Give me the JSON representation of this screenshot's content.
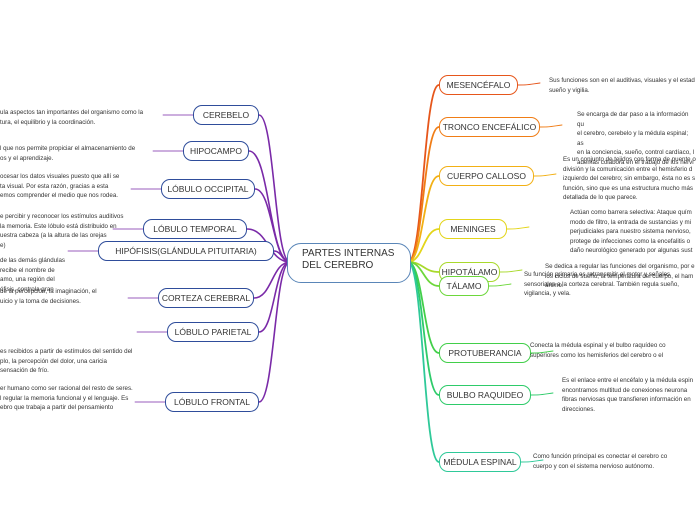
{
  "center": {
    "title_line1": "PARTES INTERNAS",
    "title_line2": "DEL CEREBRO"
  },
  "left": [
    {
      "label": "CEREBELO",
      "desc": [
        "ula aspectos tan importantes del organismo como la",
        "tura, el equilibrio y la coordinación."
      ]
    },
    {
      "label": "HIPOCAMPO",
      "desc": [
        "l que nos permite propiciar el almacenamiento de",
        "os y el aprendizaje."
      ]
    },
    {
      "label": "LÓBULO OCCIPITAL",
      "desc": [
        "ocesar los datos visuales puesto que allí se",
        "ta visual. Por esta razón, gracias a esta",
        "emos comprender el medio que nos rodea."
      ]
    },
    {
      "label": "LÓBULO TEMPORAL",
      "desc": [
        "e percibir y reconocer los estímulos auditivos",
        "la memoria. Este lóbulo está distribuido en",
        "uestra cabeza (a la altura de las orejas",
        "e)"
      ]
    },
    {
      "label": "HIPÓFISIS(GLÁNDULA PITUITARIA)",
      "desc": [
        "de las demás glándulas",
        "recibe el nombre de",
        "amo, una región del",
        "ófisis, controla gran"
      ]
    },
    {
      "label": "CORTEZA CEREBRAL",
      "desc": [
        "de la percepción, la imaginación, el",
        "uicio y la toma de decisiones."
      ]
    },
    {
      "label": "LÓBULO PARIETAL",
      "desc": [
        "es recibidos a partir de estímulos del sentido del",
        "plo, la percepción del dolor, una caricia",
        "sensación de frío."
      ]
    },
    {
      "label": "LÓBULO FRONTAL",
      "desc": [
        "er humano como ser racional del resto de seres.",
        "l regular la memoria funcional y el lenguaje. Es",
        "ebro que trabaja a partir del pensamiento"
      ]
    }
  ],
  "right": [
    {
      "label": "MESENCÉFALO",
      "desc": [
        "Sus funciones son en el auditivas, visuales y el estad",
        "sueño y vigilia."
      ]
    },
    {
      "label": "TRONCO ENCEFÁLICO",
      "desc": [
        "Se encarga de dar paso a la información qu",
        "el cerebro, cerebelo y la médula espinal; as",
        "en la conciencia, sueño, control cardíaco, l",
        "además colabora en el trabajo de los nervi"
      ]
    },
    {
      "label": "CUERPO CALLOSO",
      "desc": [
        "Es un conjunto de tejidos con forma de puente o",
        "división y la comunicación entre el hemisferio d",
        "izquierdo del cerebro; sin embargo, ésta no es s",
        "función, sino que es una estructura mucho más",
        "detallada de lo que parece."
      ]
    },
    {
      "label": "MENINGES",
      "desc": [
        "Actúan como barrera selectiva: Ataque quím",
        "modo de filtro, la entrada de sustancias y mi",
        "perjudiciales para nuestro sistema nervioso,",
        "protege de infecciones como la encefalitis o",
        "daño neurológico generado por algunas sust"
      ]
    },
    {
      "label": "HIPOTÁLAMO",
      "desc": [
        "Se dedica a regular las funciones del organismo, por e",
        "los ciclos de sueño, la temperatura del cuerpo, el ham",
        "ánimo."
      ]
    },
    {
      "label": "TÁLAMO",
      "desc": [
        "Su función primaria es retransmitir el motor y señales",
        "sensoriales a la corteza cerebral. También regula sueño,",
        "vigilancia, y vela."
      ]
    },
    {
      "label": "PROTUBERANCIA",
      "desc": [
        "Conecta la médula espinal y el bulbo raquídeo co",
        "superiores como los hemisferios del cerebro o el"
      ]
    },
    {
      "label": "BULBO RAQUIDEO",
      "desc": [
        "Es el enlace entre el encéfalo y la médula espin",
        "encontramos multitud de conexiones neurona",
        "fibras nerviosas que transfieren información en",
        "direcciones."
      ]
    },
    {
      "label": "MÉDULA ESPINAL",
      "desc": [
        "Como función principal es conectar el cerebro co",
        "cuerpo y con el sistema nervioso autónomo."
      ]
    }
  ],
  "colors": {
    "center_border": "#5a86b8",
    "left_border": "#2f4d9b",
    "left_line": "#7a2aa8",
    "mesencefalo": "#e6561b",
    "tronco": "#f07d16",
    "calloso": "#f2b015",
    "meninges": "#e3d51a",
    "hipotalamo": "#a9d92c",
    "talamo": "#6dd73b",
    "protuberancia": "#42cf4a",
    "bulbo": "#2ecb6a",
    "medula": "#2fc999"
  }
}
